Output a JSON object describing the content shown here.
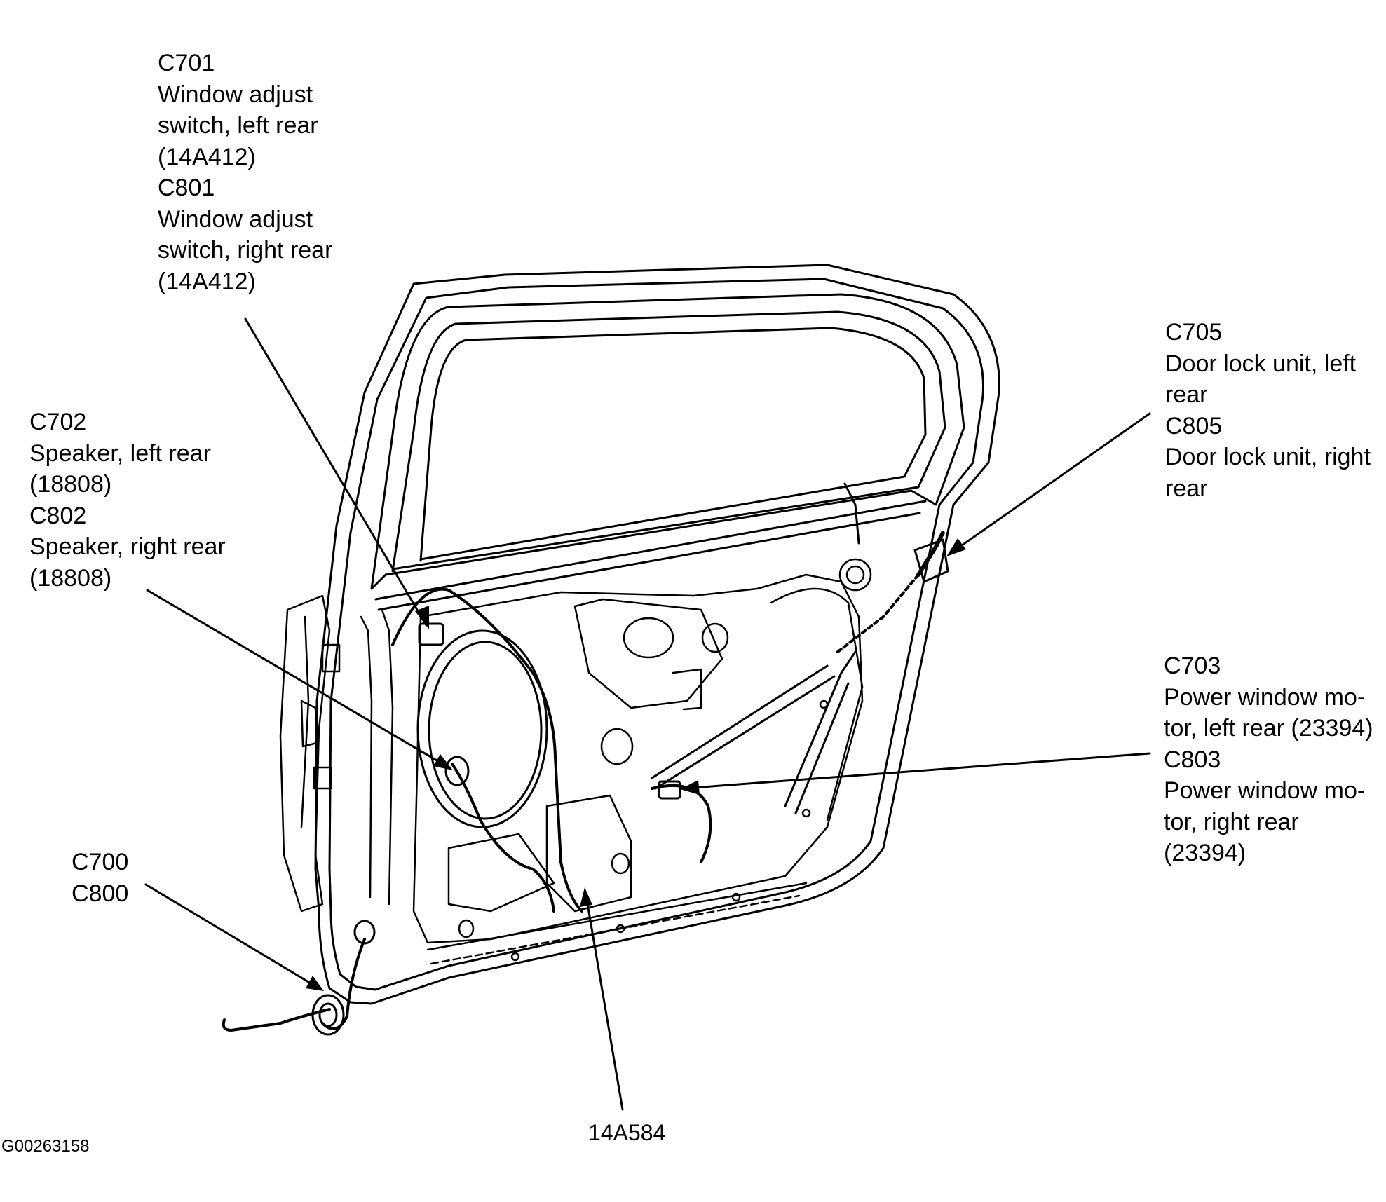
{
  "figure_id": "G00263158",
  "callouts": {
    "c701_group": {
      "lines": [
        "C701",
        "Window adjust",
        "switch, left rear",
        "(14A412)",
        "C801",
        "Window adjust",
        "switch, right rear",
        "(14A412)"
      ]
    },
    "c702_group": {
      "lines": [
        "C702",
        "Speaker, left rear",
        "(18808)",
        "C802",
        "Speaker, right rear",
        "(18808)"
      ]
    },
    "c705_group": {
      "lines": [
        "C705",
        "Door lock unit, left",
        "rear",
        "C805",
        "Door lock unit, right",
        "rear"
      ]
    },
    "c703_group": {
      "lines": [
        "C703",
        "Power window mo-",
        "tor, left rear (23394)",
        "C803",
        "Power window mo-",
        "tor, right rear",
        "(23394)"
      ]
    },
    "c700_group": {
      "lines": [
        "C700",
        "C800"
      ]
    }
  },
  "harness_label": "14A584",
  "colors": {
    "ink": "#000000",
    "paper": "#ffffff"
  }
}
